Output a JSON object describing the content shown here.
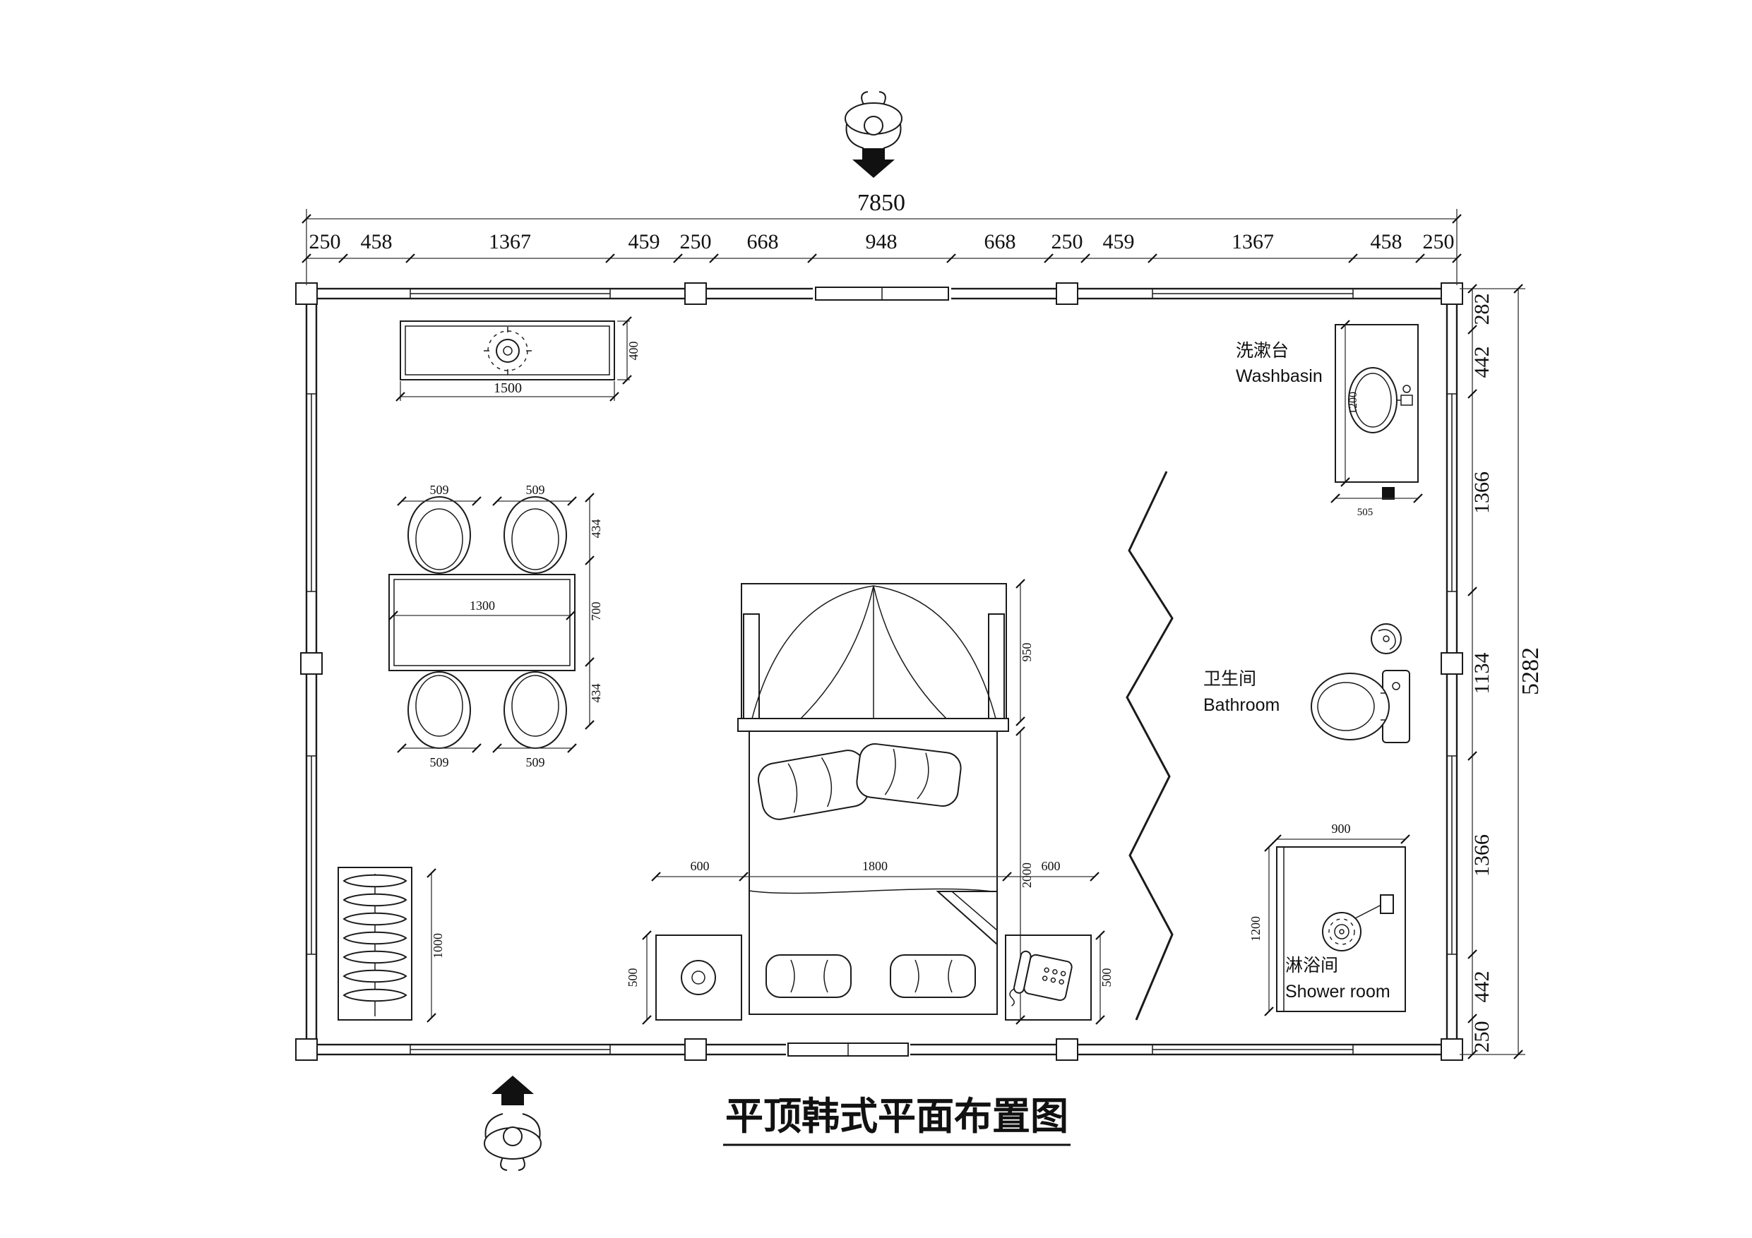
{
  "title": "平顶韩式平面布置图",
  "dims": {
    "top_total": "7850",
    "top_segments": [
      "250",
      "458",
      "1367",
      "459",
      "250",
      "668",
      "948",
      "668",
      "250",
      "459",
      "1367",
      "458",
      "250"
    ],
    "right_total": "5282",
    "right_segments": [
      "282",
      "442",
      "1366",
      "1134",
      "1366",
      "442",
      "250"
    ]
  },
  "furniture_dims": {
    "light_w": "1500",
    "light_h": "400",
    "chair_w": "509",
    "table_len": "1300",
    "seat_d": "434",
    "table_w": "700",
    "rack_h": "1000",
    "canopy_d": "950",
    "bed_len": "2000",
    "bed_w": "1800",
    "nightstand_w": "600",
    "nightstand_d": "500",
    "basin_h": "1200",
    "drain_w": "505",
    "shower_w": "900",
    "shower_h": "1200"
  },
  "labels": {
    "washbasin_zh": "洗漱台",
    "washbasin_en": "Washbasin",
    "bathroom_zh": "卫生间",
    "bathroom_en": "Bathroom",
    "shower_zh": "淋浴间",
    "shower_en": "Shower room"
  }
}
